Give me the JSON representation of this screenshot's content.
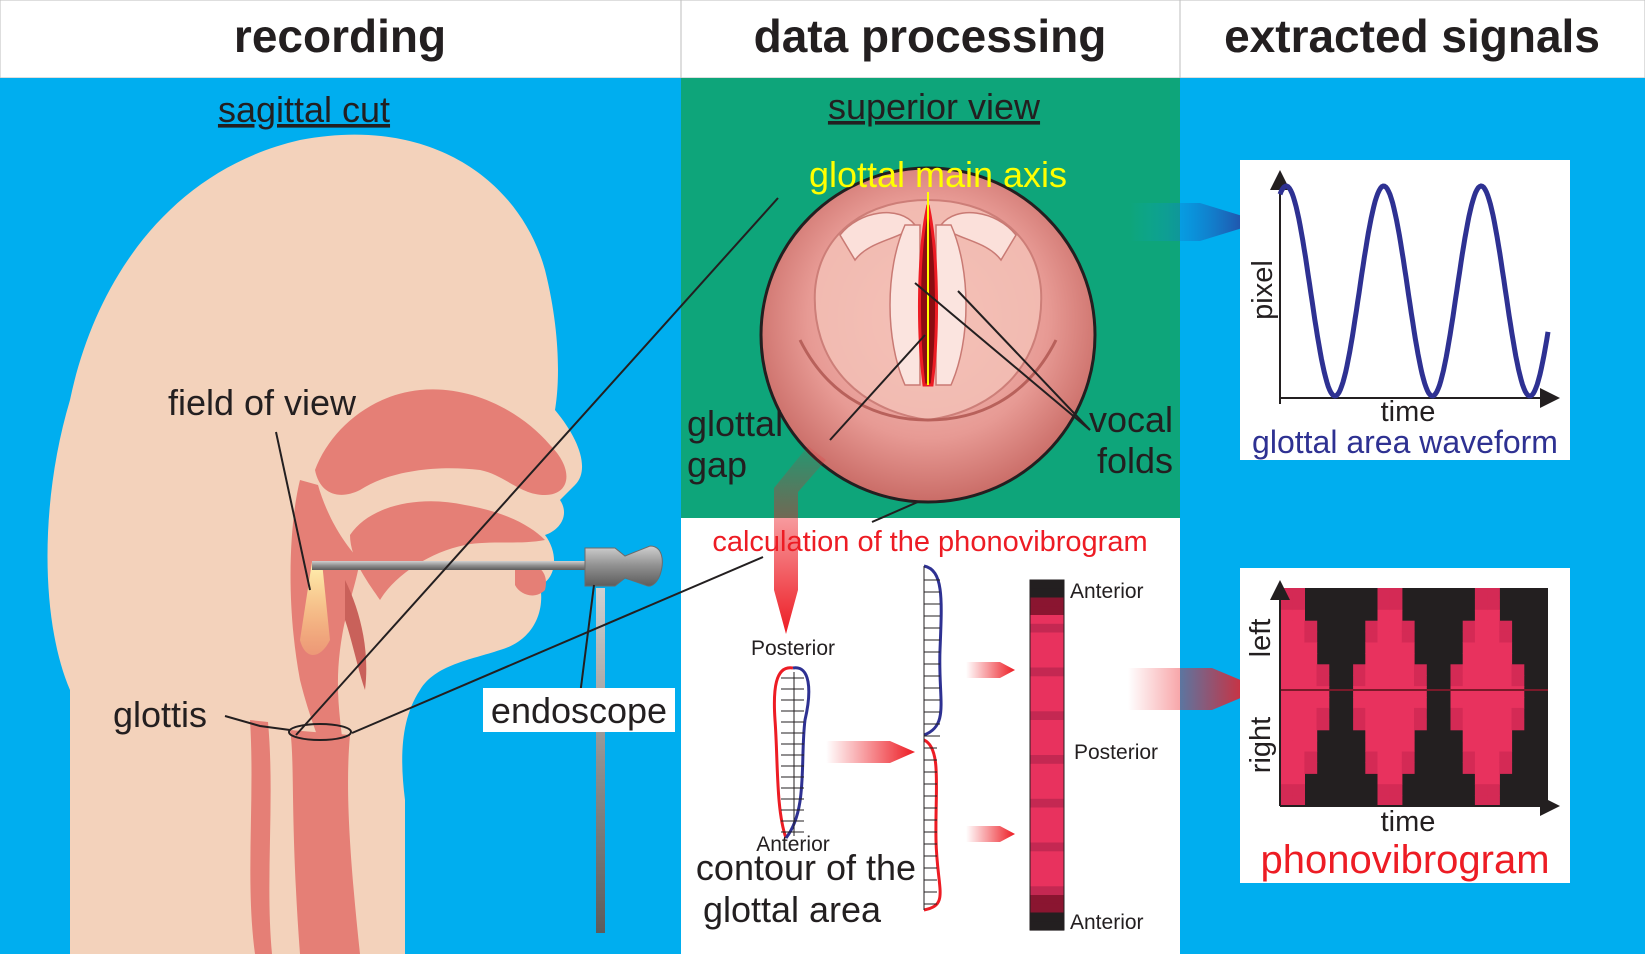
{
  "columns": {
    "recording": "recording",
    "processing": "data processing",
    "signals": "extracted signals"
  },
  "recording": {
    "view_title": "sagittal cut",
    "field_of_view": "field of view",
    "glottis": "glottis",
    "endoscope": "endoscope"
  },
  "processing": {
    "view_title": "superior view",
    "main_axis": "glottal main axis",
    "glottal_gap": [
      "glottal",
      "gap"
    ],
    "vocal_folds": [
      "vocal",
      "folds"
    ],
    "pvg_calculation": "calculation of the phonovibrogram",
    "posterior": "Posterior",
    "anterior": "Anterior",
    "contour_caption": [
      "contour of the",
      "glottal area"
    ]
  },
  "signals": {
    "gaw": {
      "ylabel": "pixel",
      "xlabel": "time",
      "caption": "glottal area waveform"
    },
    "pvg": {
      "ylabel_top": "left",
      "ylabel_bottom": "right",
      "xlabel": "time",
      "caption": "phonovibrogram"
    }
  },
  "colors": {
    "sky": "#00aeef",
    "green": "#0ea57a",
    "skin": "#f3d2bb",
    "tissue": "#e57f76",
    "waveform": "#2e3192",
    "accent_red": "#ed1c24",
    "pvg_dark": "#231f20",
    "pvg_pink": "#e8325e"
  }
}
